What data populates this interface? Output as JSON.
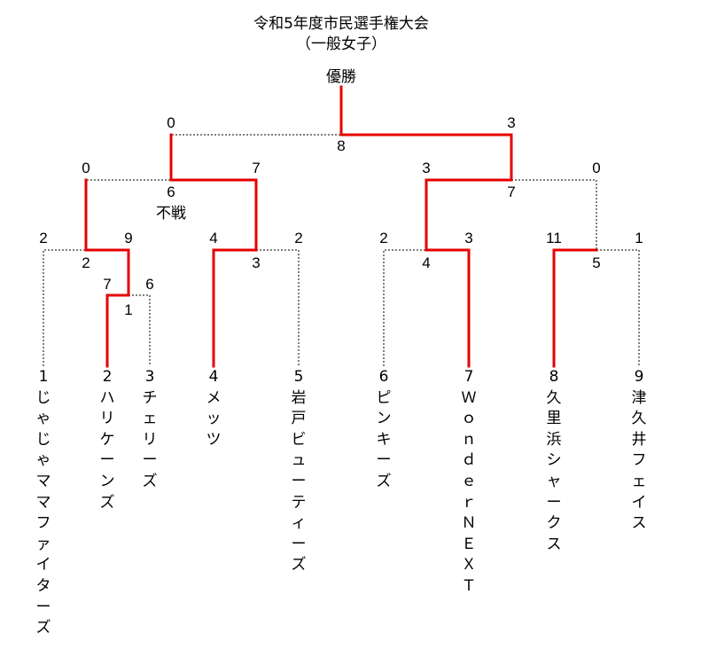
{
  "title": "令和5年度市民選手権大会",
  "subtitle": "（一般女子）",
  "champion_label": "優勝",
  "colors": {
    "winner_line": "#e60000",
    "loser_line": "#000000",
    "text": "#000000"
  },
  "teams": [
    {
      "seed": "1",
      "name": "じゃじゃママファイターズ"
    },
    {
      "seed": "2",
      "name": "ハリケーンズ"
    },
    {
      "seed": "3",
      "name": "チェリーズ"
    },
    {
      "seed": "4",
      "name": "メッツ"
    },
    {
      "seed": "5",
      "name": "岩戸ビューティーズ"
    },
    {
      "seed": "6",
      "name": "ピンキーズ"
    },
    {
      "seed": "7",
      "name": "Ｗｏｎｄｅｒ　ＮＥＸＴ"
    },
    {
      "seed": "8",
      "name": "久里浜シャークス"
    },
    {
      "seed": "9",
      "name": "津久井フェイス"
    }
  ],
  "matches": [
    {
      "id": "1",
      "left_score": "7",
      "right_score": "6"
    },
    {
      "id": "2",
      "left_score": "2",
      "right_score": "9"
    },
    {
      "id": "3",
      "left_score": "4",
      "right_score": "2"
    },
    {
      "id": "4",
      "left_score": "2",
      "right_score": "3"
    },
    {
      "id": "5",
      "left_score": "11",
      "right_score": "1"
    },
    {
      "id": "6",
      "left_score": "0",
      "right_score": "7",
      "note": "不戦"
    },
    {
      "id": "7",
      "left_score": "3",
      "right_score": "0"
    },
    {
      "id": "8",
      "left_score": "0",
      "right_score": "3"
    }
  ]
}
